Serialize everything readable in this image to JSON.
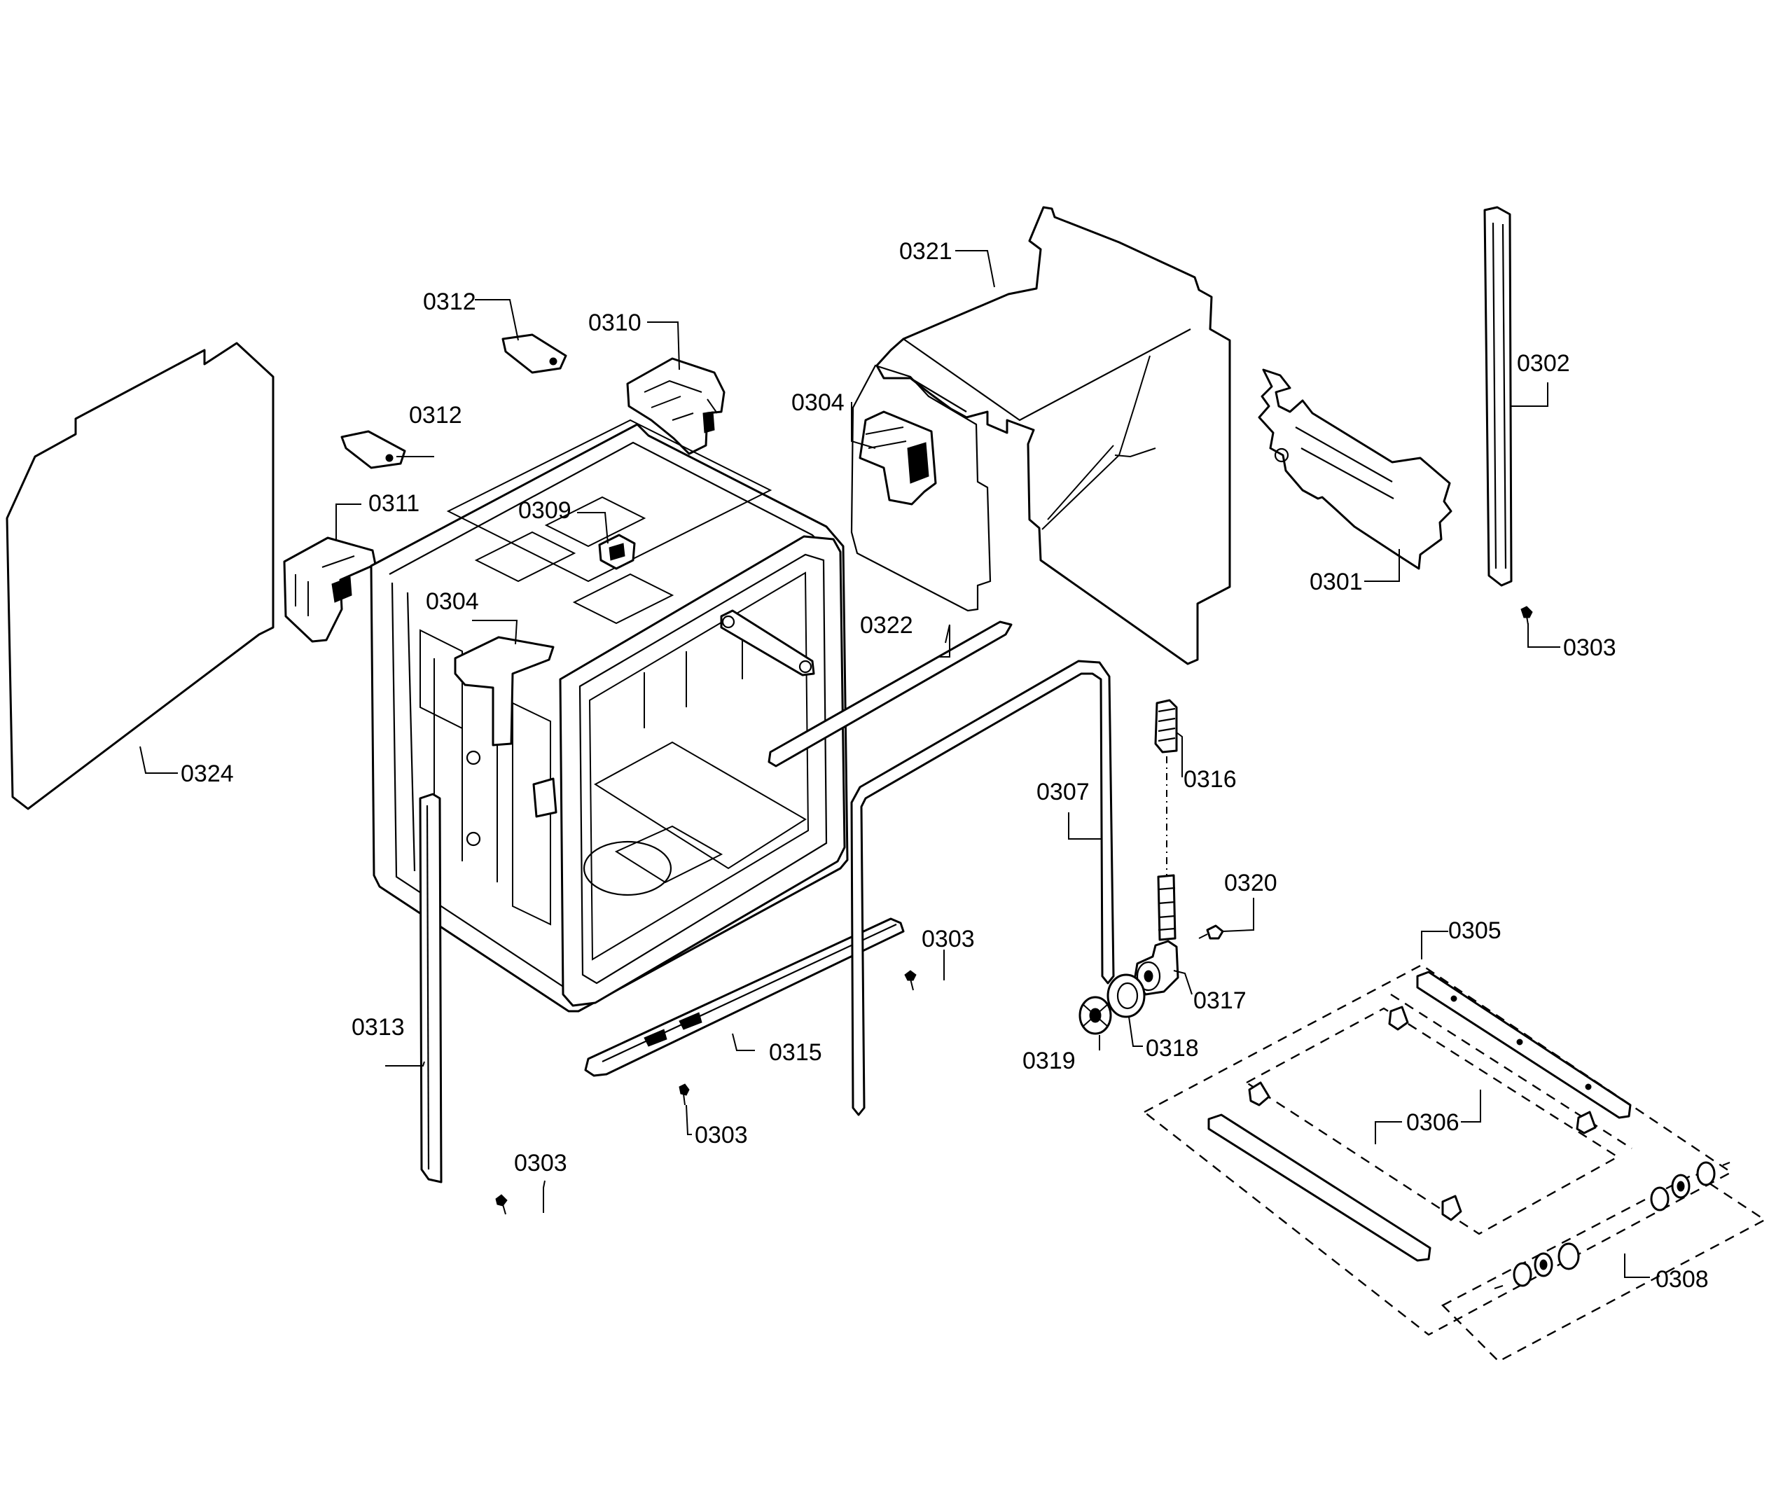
{
  "callouts": {
    "c0324": "0324",
    "c0312a": "0312",
    "c0312b": "0312",
    "c0310": "0310",
    "c0311": "0311",
    "c0309": "0309",
    "c0304a": "0304",
    "c0304b": "0304",
    "c0321": "0321",
    "c0322": "0322",
    "c0301": "0301",
    "c0302": "0302",
    "c0303a": "0303",
    "c0303b": "0303",
    "c0303c": "0303",
    "c0303d": "0303",
    "c0313": "0313",
    "c0315": "0315",
    "c0307": "0307",
    "c0316": "0316",
    "c0320": "0320",
    "c0317": "0317",
    "c0318": "0318",
    "c0319": "0319",
    "c0305": "0305",
    "c0306": "0306",
    "c0308": "0308"
  }
}
